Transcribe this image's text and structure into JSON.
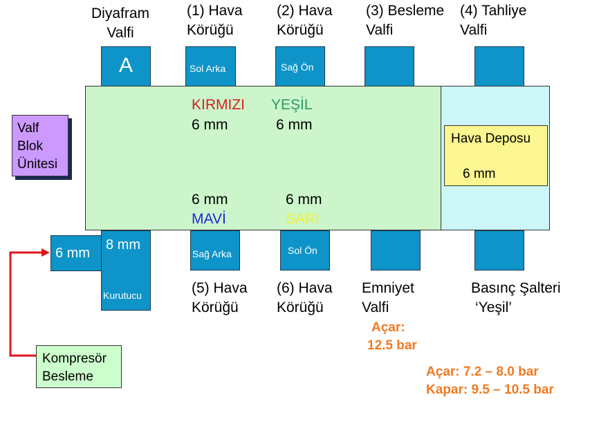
{
  "top_labels": {
    "diaphragm": [
      "Diyafram",
      "Valfi"
    ],
    "bellows1": [
      "(1) Hava",
      "Körüğü"
    ],
    "bellows2": [
      "(2) Hava",
      "Körüğü"
    ],
    "supply_valve": [
      "(3) Besleme",
      "Valfi"
    ],
    "drain_valve": [
      "(4) Tahliye",
      "Valfi"
    ]
  },
  "top_boxes": {
    "a": "A",
    "rear_left": "Sol Arka",
    "front_right": "Sağ Ön"
  },
  "valve_block": {
    "label": [
      "Valf",
      "Blok",
      "Ünitesi"
    ],
    "red_name": "KIRMIZI",
    "green_name": "YEŞİL",
    "red_size": "6 mm",
    "green_size": "6 mm",
    "blue_size": "6 mm",
    "yellow_size": "6 mm",
    "blue_name": "MAVİ",
    "yellow_name": "SARI"
  },
  "tank": {
    "title": "Hava Deposu",
    "size": "6 mm"
  },
  "bottom_boxes": {
    "left_size": "6 mm",
    "dryer_size": "8 mm",
    "dryer": "Kurutucu",
    "rear_right": "Sağ Arka",
    "front_left": "Sol Ön"
  },
  "bottom_labels": {
    "bellows5": [
      "(5) Hava",
      "Körüğü"
    ],
    "bellows6": [
      "(6) Hava",
      "Körüğü"
    ],
    "safety_valve": [
      "Emniyet",
      "Valfi"
    ],
    "pressure_switch": [
      "Basınç Şalteri",
      "‘Yeşil’"
    ]
  },
  "specs": {
    "safety_open": [
      "Açar:",
      "12.5 bar"
    ],
    "switch_open": "Açar: 7.2 – 8.0 bar",
    "switch_close": "Kapar: 9.5 – 10.5 bar"
  },
  "compressor": [
    "Kompresör",
    "Besleme"
  ],
  "colors": {
    "block": "#ccf5cc",
    "tank_area": "#ccf6f7",
    "tank": "#fbf690",
    "ports": "#0e94c8",
    "valve_label": "#cc99ff",
    "compressor": "#ccffcc",
    "arrow": "#e0151a",
    "red": "#d42020",
    "green": "#2b9c62",
    "blue": "#1a2ad8",
    "yellow": "#f6ef2a",
    "orange": "#f07a22"
  }
}
